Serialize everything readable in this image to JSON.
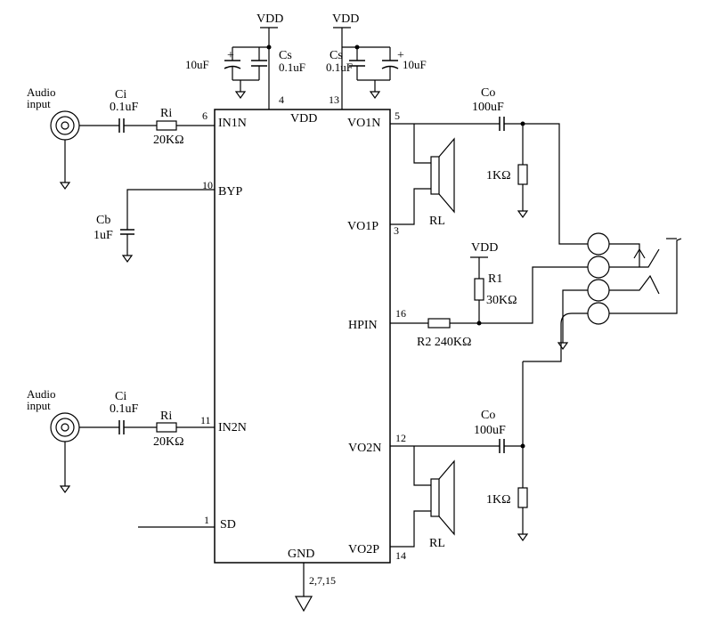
{
  "chip": {
    "pins": {
      "in1n": {
        "name": "IN1N",
        "num": "6"
      },
      "vdd": {
        "name": "VDD"
      },
      "vdd_a": {
        "num": "4"
      },
      "vdd_b": {
        "num": "13"
      },
      "vo1n": {
        "name": "VO1N",
        "num": "5"
      },
      "byp": {
        "name": "BYP",
        "num": "10"
      },
      "vo1p": {
        "name": "VO1P",
        "num": "3"
      },
      "hpin": {
        "name": "HPIN",
        "num": "16"
      },
      "in2n": {
        "name": "IN2N",
        "num": "11"
      },
      "vo2n": {
        "name": "VO2N",
        "num": "12"
      },
      "sd": {
        "name": "SD",
        "num": "1"
      },
      "gnd": {
        "name": "GND",
        "num": "2,7,15"
      },
      "vo2p": {
        "name": "VO2P",
        "num": "14"
      }
    }
  },
  "labels": {
    "audio_input_1_a": "Audio",
    "audio_input_1_b": "input",
    "audio_input_2_a": "Audio",
    "audio_input_2_b": "input",
    "ci1_name": "Ci",
    "ci1_value": "0.1uF",
    "ri1_name": "Ri",
    "ri1_value": "20KΩ",
    "ci2_name": "Ci",
    "ci2_value": "0.1uF",
    "ri2_name": "Ri",
    "ri2_value": "20KΩ",
    "cb_name": "Cb",
    "cb_value": "1uF",
    "vdd_left": "VDD",
    "vdd_right": "VDD",
    "vdd_r1": "VDD",
    "c10u_left": "10uF",
    "cs_left_name": "Cs",
    "cs_left_value": "0.1uF",
    "cs_right_name": "Cs",
    "cs_right_value": "0.1uF",
    "c10u_right": "10uF",
    "co1_name": "Co",
    "co1_value": "100uF",
    "co2_name": "Co",
    "co2_value": "100uF",
    "r1k_top": "1KΩ",
    "r1k_bottom": "1KΩ",
    "rl_top": "RL",
    "rl_bottom": "RL",
    "r1_name": "R1",
    "r1_value": "30KΩ",
    "r2_label": "R2  240KΩ",
    "plus_left": "+",
    "plus_right": "+"
  }
}
